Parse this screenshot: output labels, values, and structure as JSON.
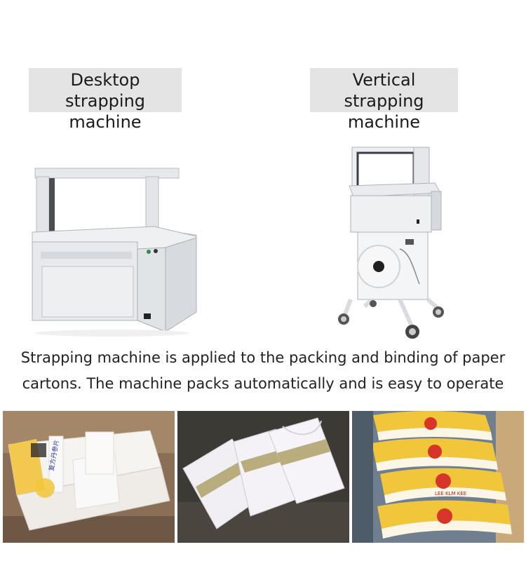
{
  "labels": {
    "desktop": [
      "Desktop strapping",
      "machine"
    ],
    "vertical": [
      "Vertical strapping",
      "machine"
    ]
  },
  "caption": [
    "Strapping machine is applied to the packing and binding of paper",
    "cartons. The machine packs automatically and is easy to operate"
  ],
  "photos": {
    "left": {
      "box_text": "复方丹参片"
    },
    "right": {
      "brand": "LEE KLM KEE"
    }
  },
  "colors": {
    "label_bg": "#e4e4e4",
    "machine_body": "#e9ebee",
    "strap_tan": "#b9ad7e",
    "box_yellow": "#f2c63a",
    "logo_red": "#d8352a"
  }
}
